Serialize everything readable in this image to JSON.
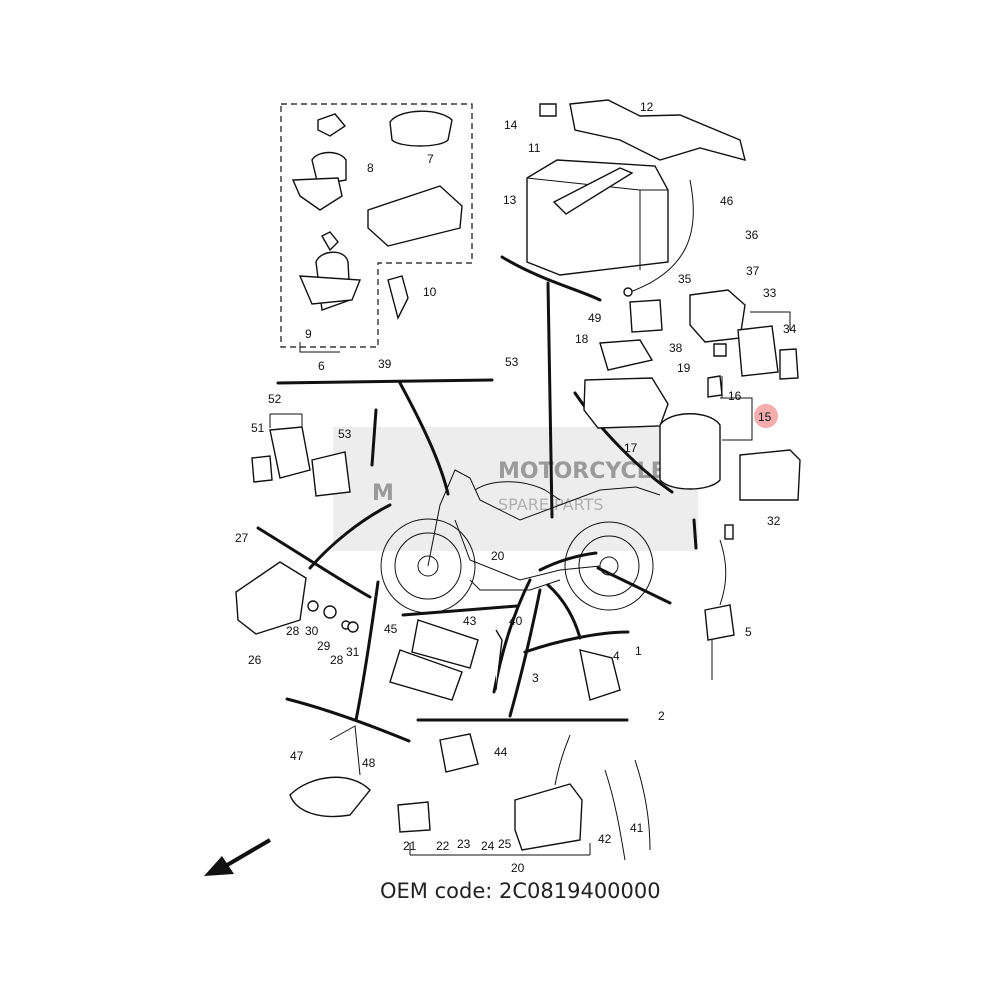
{
  "callouts": [
    {
      "n": "1"
    },
    {
      "n": "2"
    },
    {
      "n": "3"
    },
    {
      "n": "4"
    },
    {
      "n": "5"
    },
    {
      "n": "6"
    },
    {
      "n": "7"
    },
    {
      "n": "8"
    },
    {
      "n": "9"
    },
    {
      "n": "10"
    },
    {
      "n": "11"
    },
    {
      "n": "12"
    },
    {
      "n": "13"
    },
    {
      "n": "14"
    },
    {
      "n": "15",
      "highlight": true
    },
    {
      "n": "16"
    },
    {
      "n": "17"
    },
    {
      "n": "18"
    },
    {
      "n": "19"
    },
    {
      "n": "20"
    },
    {
      "n": "20"
    },
    {
      "n": "20"
    },
    {
      "n": "21"
    },
    {
      "n": "22"
    },
    {
      "n": "23"
    },
    {
      "n": "24"
    },
    {
      "n": "25"
    },
    {
      "n": "26"
    },
    {
      "n": "27"
    },
    {
      "n": "28"
    },
    {
      "n": "28"
    },
    {
      "n": "29"
    },
    {
      "n": "30"
    },
    {
      "n": "31"
    },
    {
      "n": "32"
    },
    {
      "n": "33"
    },
    {
      "n": "34"
    },
    {
      "n": "35"
    },
    {
      "n": "36"
    },
    {
      "n": "37"
    },
    {
      "n": "38"
    },
    {
      "n": "39"
    },
    {
      "n": "40"
    },
    {
      "n": "41"
    },
    {
      "n": "42"
    },
    {
      "n": "43"
    },
    {
      "n": "44"
    },
    {
      "n": "45"
    },
    {
      "n": "46"
    },
    {
      "n": "47"
    },
    {
      "n": "48"
    },
    {
      "n": "49"
    },
    {
      "n": "51"
    },
    {
      "n": "52"
    },
    {
      "n": "53"
    },
    {
      "n": "53"
    }
  ],
  "oem_code": "OEM code: 2C0819400000",
  "watermark": {
    "brand": "MOTORCYCLE",
    "sub": "SPARE PARTS",
    "logo": "M"
  },
  "colors": {
    "highlight": "#f4a3a3",
    "line": "#111111",
    "watermark": "#9a9a9a"
  },
  "icons": {
    "direction": "arrow-down-left-icon"
  }
}
